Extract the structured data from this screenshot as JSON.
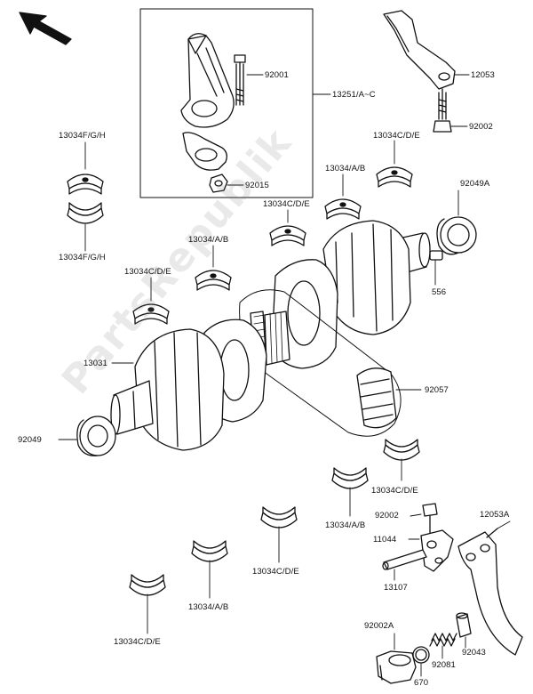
{
  "watermark": "PartsRepublik",
  "labels": {
    "p92001": "92001",
    "p13251": "13251/A~C",
    "p12053": "12053",
    "p92002_top": "92002",
    "p92015": "92015",
    "p13034FGH_top": "13034F/G/H",
    "p13034FGH_bot": "13034F/G/H",
    "p13034CDE_1": "13034C/D/E",
    "p13034AB_1": "13034/A/B",
    "p13034CDE_2": "13034C/D/E",
    "p92049A": "92049A",
    "p13034AB_2": "13034/A/B",
    "p13034CDE_3": "13034C/D/E",
    "p556": "556",
    "p13031": "13031",
    "p92057": "92057",
    "p92049": "92049",
    "p13034CDE_4": "13034C/D/E",
    "p13034AB_3": "13034/A/B",
    "p92002_bot": "92002",
    "p11044": "11044",
    "p12053A": "12053A",
    "p13034CDE_5": "13034C/D/E",
    "p13107": "13107",
    "p13034AB_4": "13034/A/B",
    "p13034CDE_6": "13034C/D/E",
    "p92002A": "92002A",
    "p92043": "92043",
    "p92081": "92081",
    "p670": "670"
  },
  "colors": {
    "ink": "#111111",
    "paper": "#ffffff"
  }
}
